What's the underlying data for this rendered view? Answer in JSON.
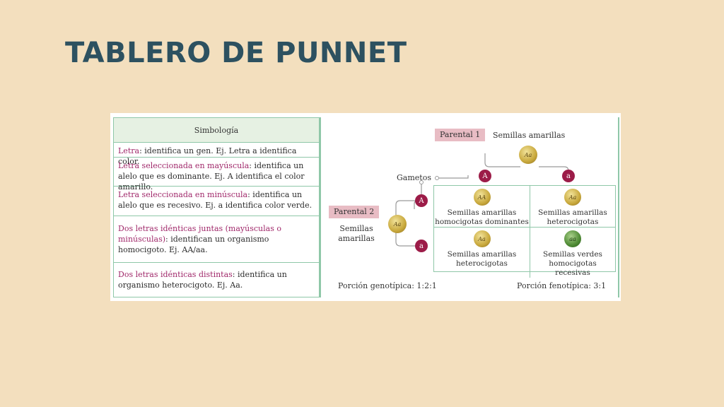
{
  "slide": {
    "title": "TABLERO DE PUNNET"
  },
  "symbology": {
    "header": "Simbología",
    "rows": [
      {
        "hl": "Letra",
        "text": ": identifica un gen. Ej. Letra a identifica color."
      },
      {
        "hl": "Letra seleccionada en mayúscula",
        "text": ": identifica un alelo que es dominante. Ej. A identifica el color amarillo."
      },
      {
        "hl": "Letra seleccionada en minúscula",
        "text": ": identifica un alelo que es recesivo. Ej. a identifica color verde."
      },
      {
        "hl": "Dos letras idénticas juntas (mayúsculas o minúsculas)",
        "text": ": identifican un organismo homocigoto. Ej. AA/aa."
      },
      {
        "hl": "Dos letras idénticas distintas",
        "text": ": identifica un organismo heterocigoto. Ej. Aa."
      }
    ]
  },
  "diagram": {
    "parental1": {
      "tag": "Parental 1",
      "label": "Semillas amarillas",
      "genotype": "Aa"
    },
    "parental2": {
      "tag": "Parental 2",
      "label": "Semillas amarillas",
      "genotype": "Aa"
    },
    "gametes_label": "Gametos",
    "alleles": {
      "dominant": "A",
      "recessive": "a"
    },
    "cells": [
      {
        "genotype": "AA",
        "label": "Semillas amarillas homocigotas dominantes",
        "color": "yellow"
      },
      {
        "genotype": "Aa",
        "label": "Semillas amarillas heterocigotas",
        "color": "yellow"
      },
      {
        "genotype": "Aa",
        "label": "Semillas amarillas heterocigotas",
        "color": "yellow"
      },
      {
        "genotype": "aa",
        "label": "Semillas verdes homocigotas recesivas",
        "color": "green"
      }
    ],
    "genotypic_ratio": "Porción genotípica: 1:2:1",
    "phenotypic_ratio": "Porción fenotípica: 3:1"
  },
  "colors": {
    "background": "#f3dfbe",
    "title": "#2d5160",
    "highlight": "#a0286a",
    "border": "#8fc7a8",
    "allele": "#9c1c48",
    "tag": "#e8bcc4"
  }
}
